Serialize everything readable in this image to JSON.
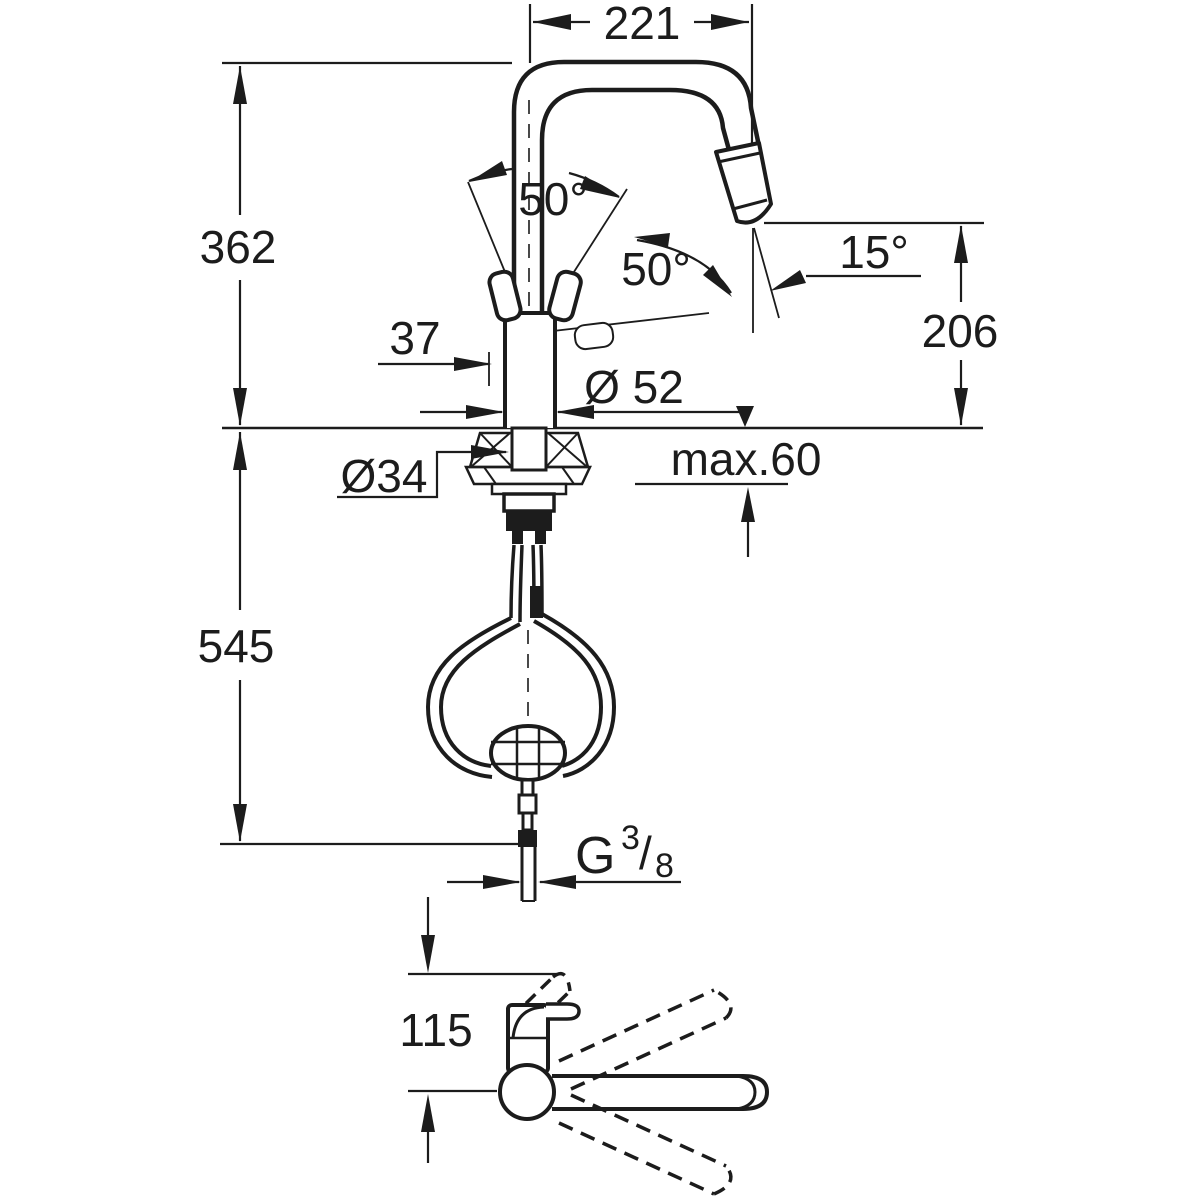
{
  "page": {
    "background": "#ffffff",
    "line_color": "#1c1c1c",
    "drawing_type": "technical dimension drawing",
    "subject": "single-lever kitchen faucet with pull-out spray head, side view with pull-out hose and weight, plus top view with swivel range"
  },
  "dimensions": {
    "spout_reach": "221",
    "spout_height": "362",
    "handle_offset": "37",
    "handle_swing_side": "50°",
    "handle_swing_front": "50°",
    "head_angle": "15°",
    "outlet_height": "206",
    "base_diameter": "Ø 52",
    "hole_diameter": "Ø34",
    "deck_max_thickness": "max.60",
    "hose_length": "545",
    "body_depth": "115",
    "thread": {
      "prefix": "G",
      "numerator": "3",
      "slash": "/",
      "denominator": "8"
    }
  }
}
